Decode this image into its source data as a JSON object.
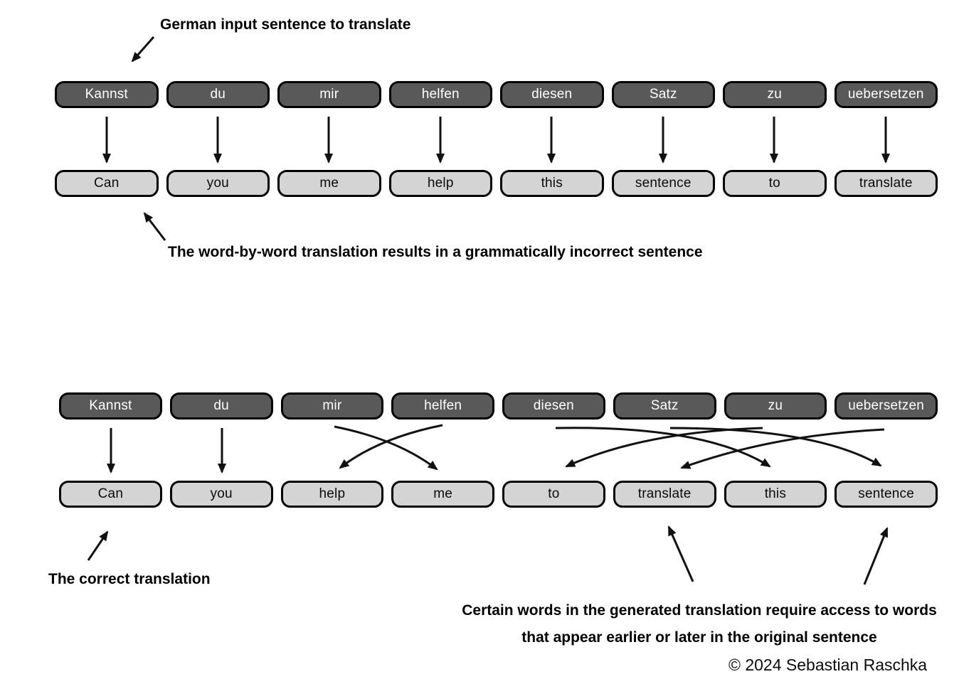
{
  "colors": {
    "dark_box_fill": "#595959",
    "dark_box_text": "#ffffff",
    "light_box_fill": "#d4d4d4",
    "light_box_text": "#0b0b0b",
    "border_and_arrows": "#111111",
    "background": "#ffffff"
  },
  "annotations": {
    "german_input": "German input sentence to translate",
    "word_by_word": "The word-by-word translation results in a grammatically incorrect sentence",
    "correct_translation": "The correct translation",
    "access_line1": "Certain words in the generated translation require access to words",
    "access_line2": "that appear earlier or later in the original sentence",
    "copyright": "© 2024 Sebastian Raschka"
  },
  "word_by_word_section": {
    "german": [
      "Kannst",
      "du",
      "mir",
      "helfen",
      "diesen",
      "Satz",
      "zu",
      "uebersetzen"
    ],
    "english": [
      "Can",
      "you",
      "me",
      "help",
      "this",
      "sentence",
      "to",
      "translate"
    ],
    "alignments": [
      [
        "Kannst",
        "Can"
      ],
      [
        "du",
        "you"
      ],
      [
        "mir",
        "me"
      ],
      [
        "helfen",
        "help"
      ],
      [
        "diesen",
        "this"
      ],
      [
        "Satz",
        "sentence"
      ],
      [
        "zu",
        "to"
      ],
      [
        "uebersetzen",
        "translate"
      ]
    ]
  },
  "correct_section": {
    "german": [
      "Kannst",
      "du",
      "mir",
      "helfen",
      "diesen",
      "Satz",
      "zu",
      "uebersetzen"
    ],
    "english": [
      "Can",
      "you",
      "help",
      "me",
      "to",
      "translate",
      "this",
      "sentence"
    ],
    "alignments": [
      [
        "Kannst",
        "Can"
      ],
      [
        "du",
        "you"
      ],
      [
        "mir",
        "me"
      ],
      [
        "helfen",
        "help"
      ],
      [
        "diesen",
        "this"
      ],
      [
        "Satz",
        "sentence"
      ],
      [
        "zu",
        "to"
      ],
      [
        "uebersetzen",
        "translate"
      ]
    ]
  }
}
